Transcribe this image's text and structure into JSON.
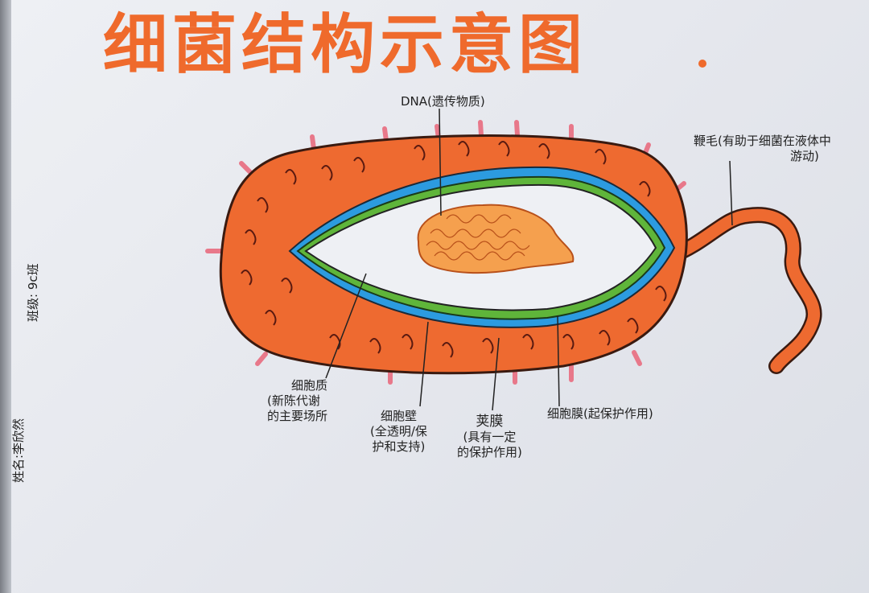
{
  "title": "细菌结构示意图",
  "labels": {
    "dna": "DNA(遗传物质)",
    "flagellum_line1": "鞭毛(有助于细菌在液体中",
    "flagellum_line2": "游动)",
    "cytoplasm_line1": "细胞质",
    "cytoplasm_line2": "(新陈代谢",
    "cytoplasm_line3": "的主要场所",
    "cell_wall_line1": "细胞壁",
    "cell_wall_line2": "(全透明/保",
    "cell_wall_line3": "护和支持)",
    "capsule_line1": "荚膜",
    "capsule_line2": "(具有一定",
    "capsule_line3": "的保护作用)",
    "membrane": "细胞膜(起保护作用)"
  },
  "student": {
    "name_label": "姓名:李欣然",
    "class_label": "班级: 9c班"
  },
  "colors": {
    "title": "#ef6a2c",
    "capsule": "#ee6a30",
    "cell_wall": "#2c9be0",
    "membrane": "#5fb53a",
    "pili": "#e8788a",
    "dna": "#f08a36"
  }
}
